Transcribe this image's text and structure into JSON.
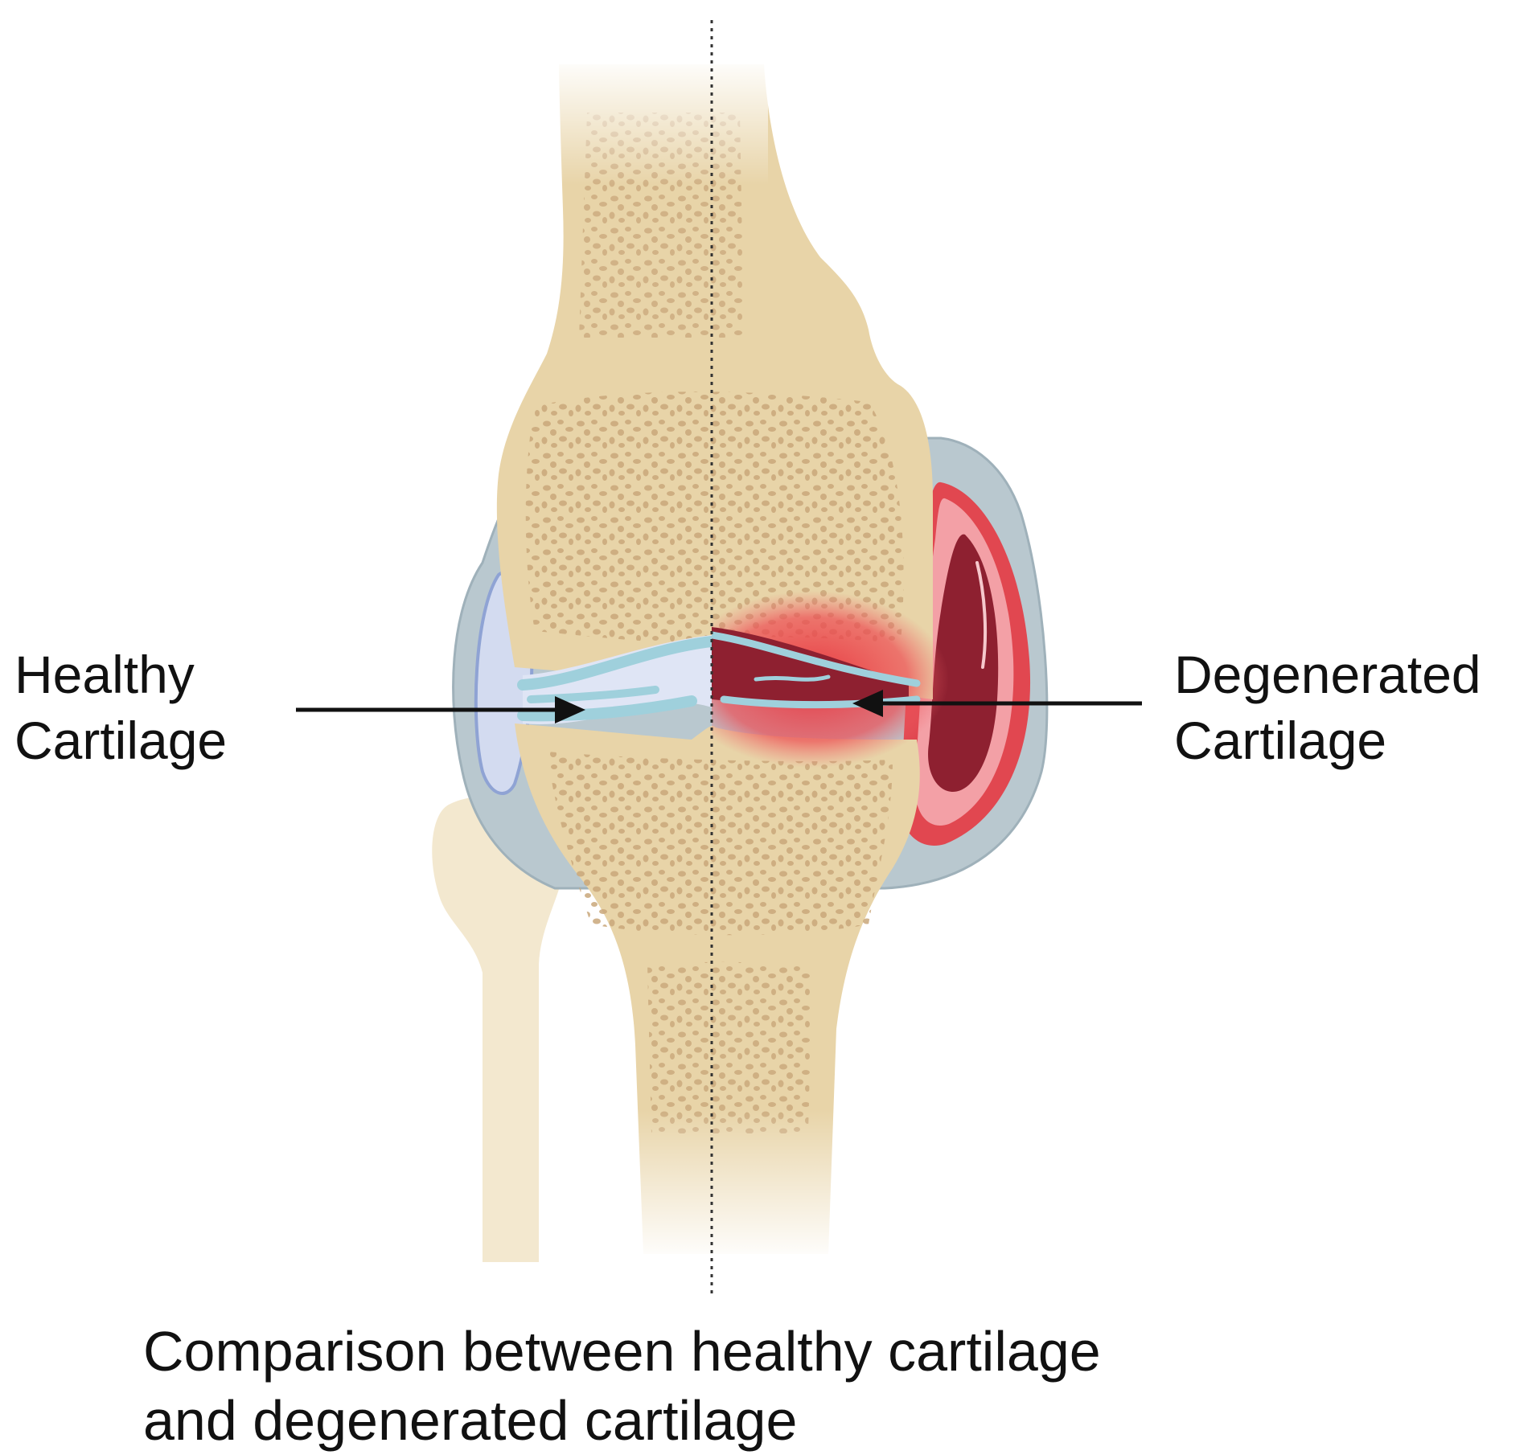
{
  "labels": {
    "left": {
      "line1": "Healthy",
      "line2": "Cartilage"
    },
    "right": {
      "line1": "Degenerated",
      "line2": "Cartilage"
    }
  },
  "caption": {
    "line1": "Comparison between healthy cartilage",
    "line2": "and degenerated cartilage"
  },
  "colors": {
    "bone": "#e8d4a8",
    "bone_light": "#f3e8cf",
    "bone_pores": "#c9a77a",
    "capsule": "#aebfc8",
    "healthy_fluid": "#cfd8ee",
    "healthy_cartilage": "#9fd0dc",
    "inflammation": "#e8303a",
    "inflamed_fluid": "#f3a0a6",
    "inflamed_dark": "#8e2030",
    "arrow": "#111111"
  }
}
